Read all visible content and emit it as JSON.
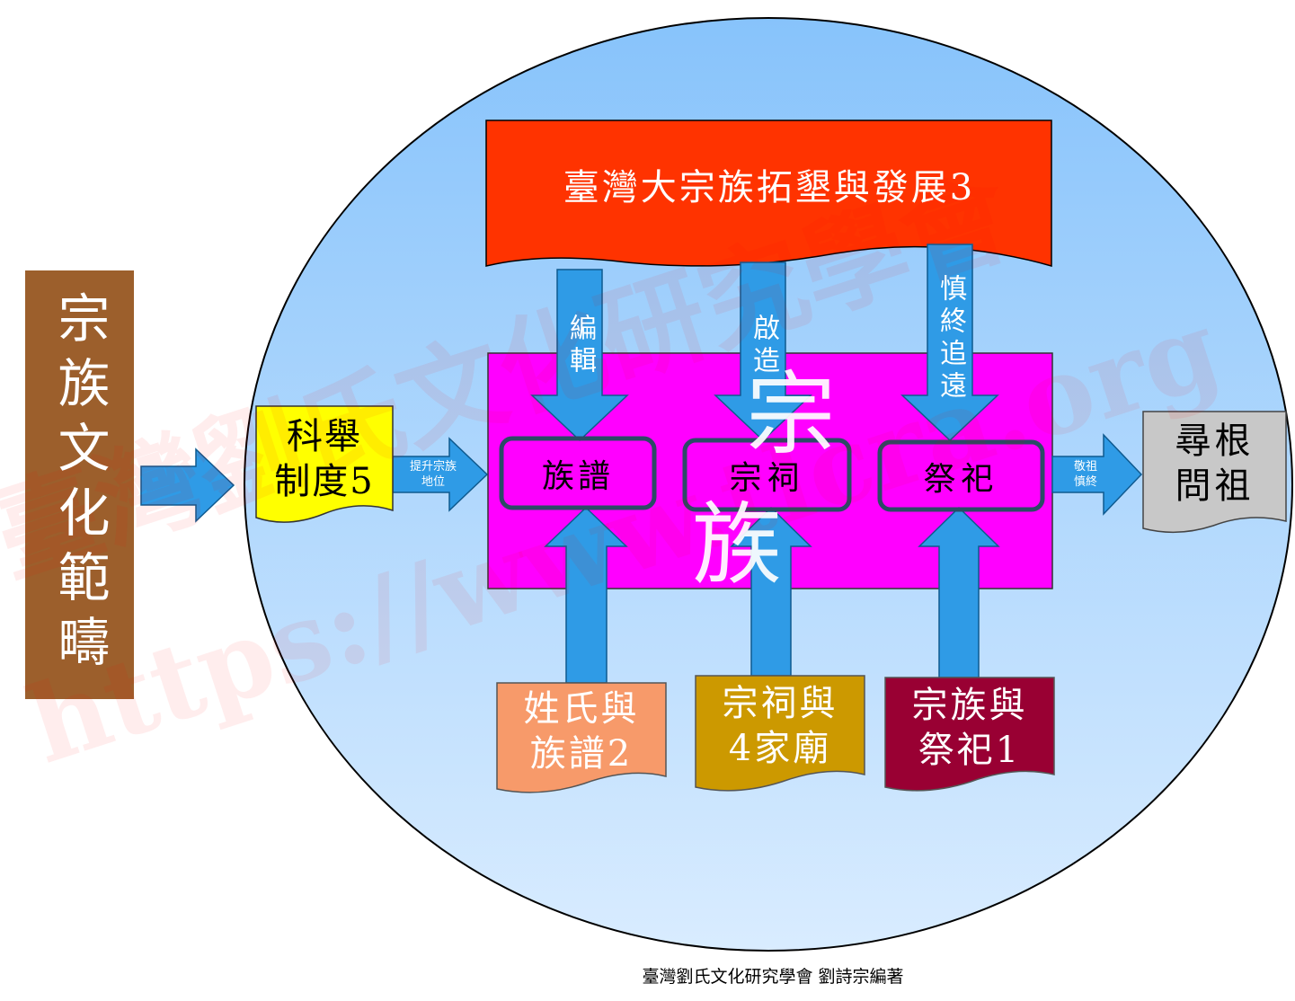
{
  "sidebar": {
    "label": "宗族文化範疇"
  },
  "top_banner": {
    "label": "臺灣大宗族拓墾與發展3"
  },
  "center": {
    "big_label": "宗族",
    "inner_items": [
      "族譜",
      "宗祠",
      "祭祀"
    ]
  },
  "arrows": {
    "down": [
      "編輯",
      "啟造",
      "慎終追遠"
    ],
    "left_small": "提升宗族地位",
    "right_small": "敬祖慎終"
  },
  "docs": {
    "keju": "科舉\n制度5",
    "xungen": "尋根\n問祖",
    "surname": "姓氏與\n族譜2",
    "ancestral": "宗祠與\n4家廟",
    "ritual": "宗族與\n祭祀1"
  },
  "watermark": {
    "line1": "臺灣劉氏文化研究學會",
    "line2": "https://www.tlcra.org"
  },
  "footer": {
    "credit": "臺灣劉氏文化研究學會 劉詩宗編著"
  },
  "colors": {
    "circle_top": "#8ec9ff",
    "circle_bottom": "#d6eaff",
    "banner": "#ff3300",
    "center_box": "#ff00ff",
    "arrow": "#2f9be6",
    "sidebar": "#9c5f2c",
    "keju": "#ffff00",
    "surname": "#f79a6a",
    "ancestral": "#cc9900",
    "ritual": "#990033",
    "xungen": "#c8c8c8"
  }
}
